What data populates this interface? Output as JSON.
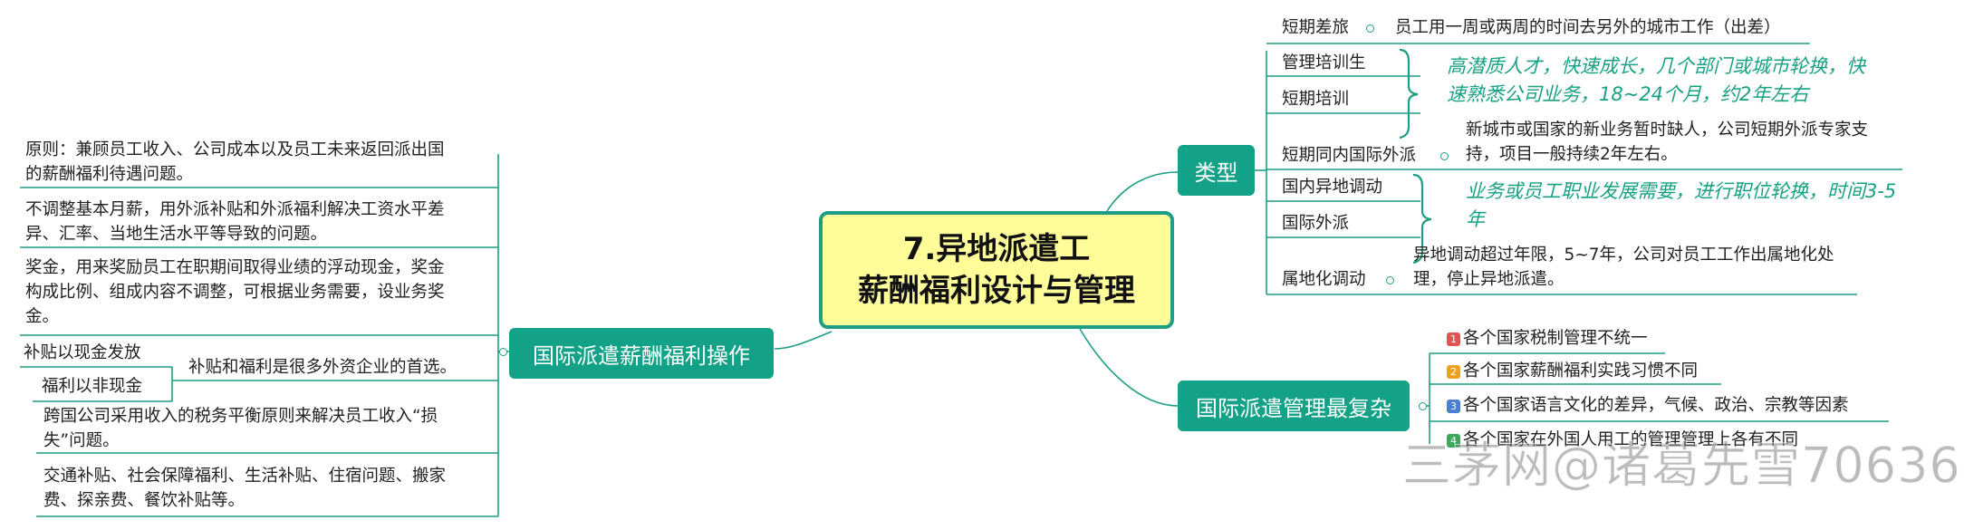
{
  "central": {
    "line1": "7.异地派遣工",
    "line2": "薪酬福利设计与管理"
  },
  "types": {
    "label": "类型",
    "items": [
      {
        "name": "短期差旅",
        "desc": "员工用一周或两周的时间去另外的城市工作（出差）"
      },
      {
        "name": "管理培训生"
      },
      {
        "name": "短期培训"
      },
      {
        "group_desc_1": "高潜质人才，快速成长，几个部门或城市轮换，快",
        "group_desc_2": "速熟悉公司业务，18~24个月，约2年左右"
      },
      {
        "name": "短期同内国际外派",
        "desc1": "新城市或国家的新业务暂时缺人，公司短期外派专家支",
        "desc2": "持，项目一般持续2年左右。"
      },
      {
        "name": "国内异地调动"
      },
      {
        "name": "国际外派"
      },
      {
        "group_desc_1": "业务或员工职业发展需要，进行职位轮换，时间3-5",
        "group_desc_2": "年"
      },
      {
        "name": "属地化调动",
        "desc1": "异地调动超过年限，5~7年，公司对员工工作出属地化处",
        "desc2": "理，停止异地派遣。"
      }
    ]
  },
  "complex": {
    "label": "国际派遣管理最复杂",
    "items": [
      {
        "num": "1",
        "text": "各个国家税制管理不统一",
        "color": "#e05454"
      },
      {
        "num": "2",
        "text": "各个国家薪酬福利实践习惯不同",
        "color": "#f0a020"
      },
      {
        "num": "3",
        "text": "各个国家语言文化的差异，气候、政治、宗教等因素",
        "color": "#4a7fd4"
      },
      {
        "num": "4",
        "text": "各个国家在外国人用工的管理管理上各有不同",
        "color": "#3aaa5a"
      }
    ]
  },
  "ops": {
    "label": "国际派遣薪酬福利操作",
    "items": [
      {
        "l1": "原则：兼顾员工收入、公司成本以及员工未来返回派出国",
        "l2": "的薪酬福利待遇问题。"
      },
      {
        "l1": "不调整基本月薪，用外派补贴和外派福利解决工资水平差",
        "l2": "异、汇率、当地生活水平等导致的问题。"
      },
      {
        "l1": "奖金，用来奖励员工在职期间取得业绩的浮动现金，奖金",
        "l2": "构成比例、组成内容不调整，可根据业务需要，设业务奖",
        "l3": "金。"
      },
      {
        "sub1": "补贴以现金发放",
        "sub2": "福利以非现金",
        "desc": "补贴和福利是很多外资企业的首选。"
      },
      {
        "l1": "跨国公司采用收入的税务平衡原则来解决员工收入“损",
        "l2": "失”问题。"
      },
      {
        "l1": "交通补贴、社会保障福利、生活补贴、住宿问题、搬家",
        "l2": "费、探亲费、餐饮补贴等。"
      }
    ]
  },
  "watermark": "三茅网@诸葛先雪70636",
  "colors": {
    "branch": "#13a287",
    "line": "#1e9e85",
    "central_fill": "#fefd9a",
    "accent_text": "#18a184"
  }
}
